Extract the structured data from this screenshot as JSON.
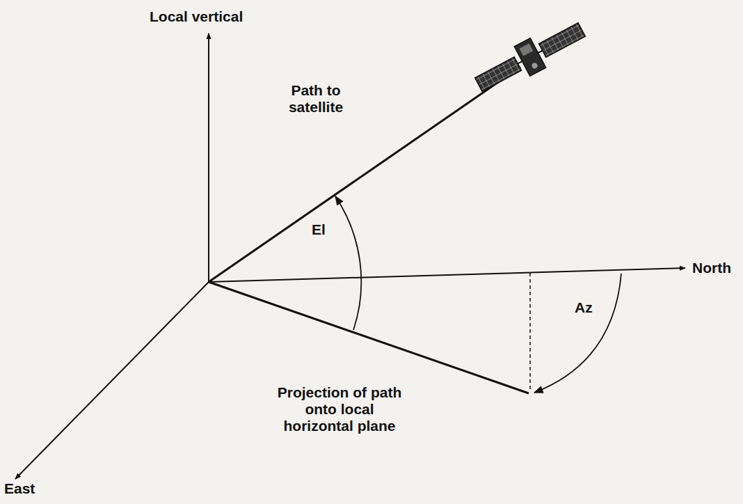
{
  "diagram": {
    "labels": [
      "Local vertical",
      "Path to satellite",
      "El",
      "North",
      "Az",
      "Projection of path onto local horizontal plane",
      "East"
    ]
  }
}
